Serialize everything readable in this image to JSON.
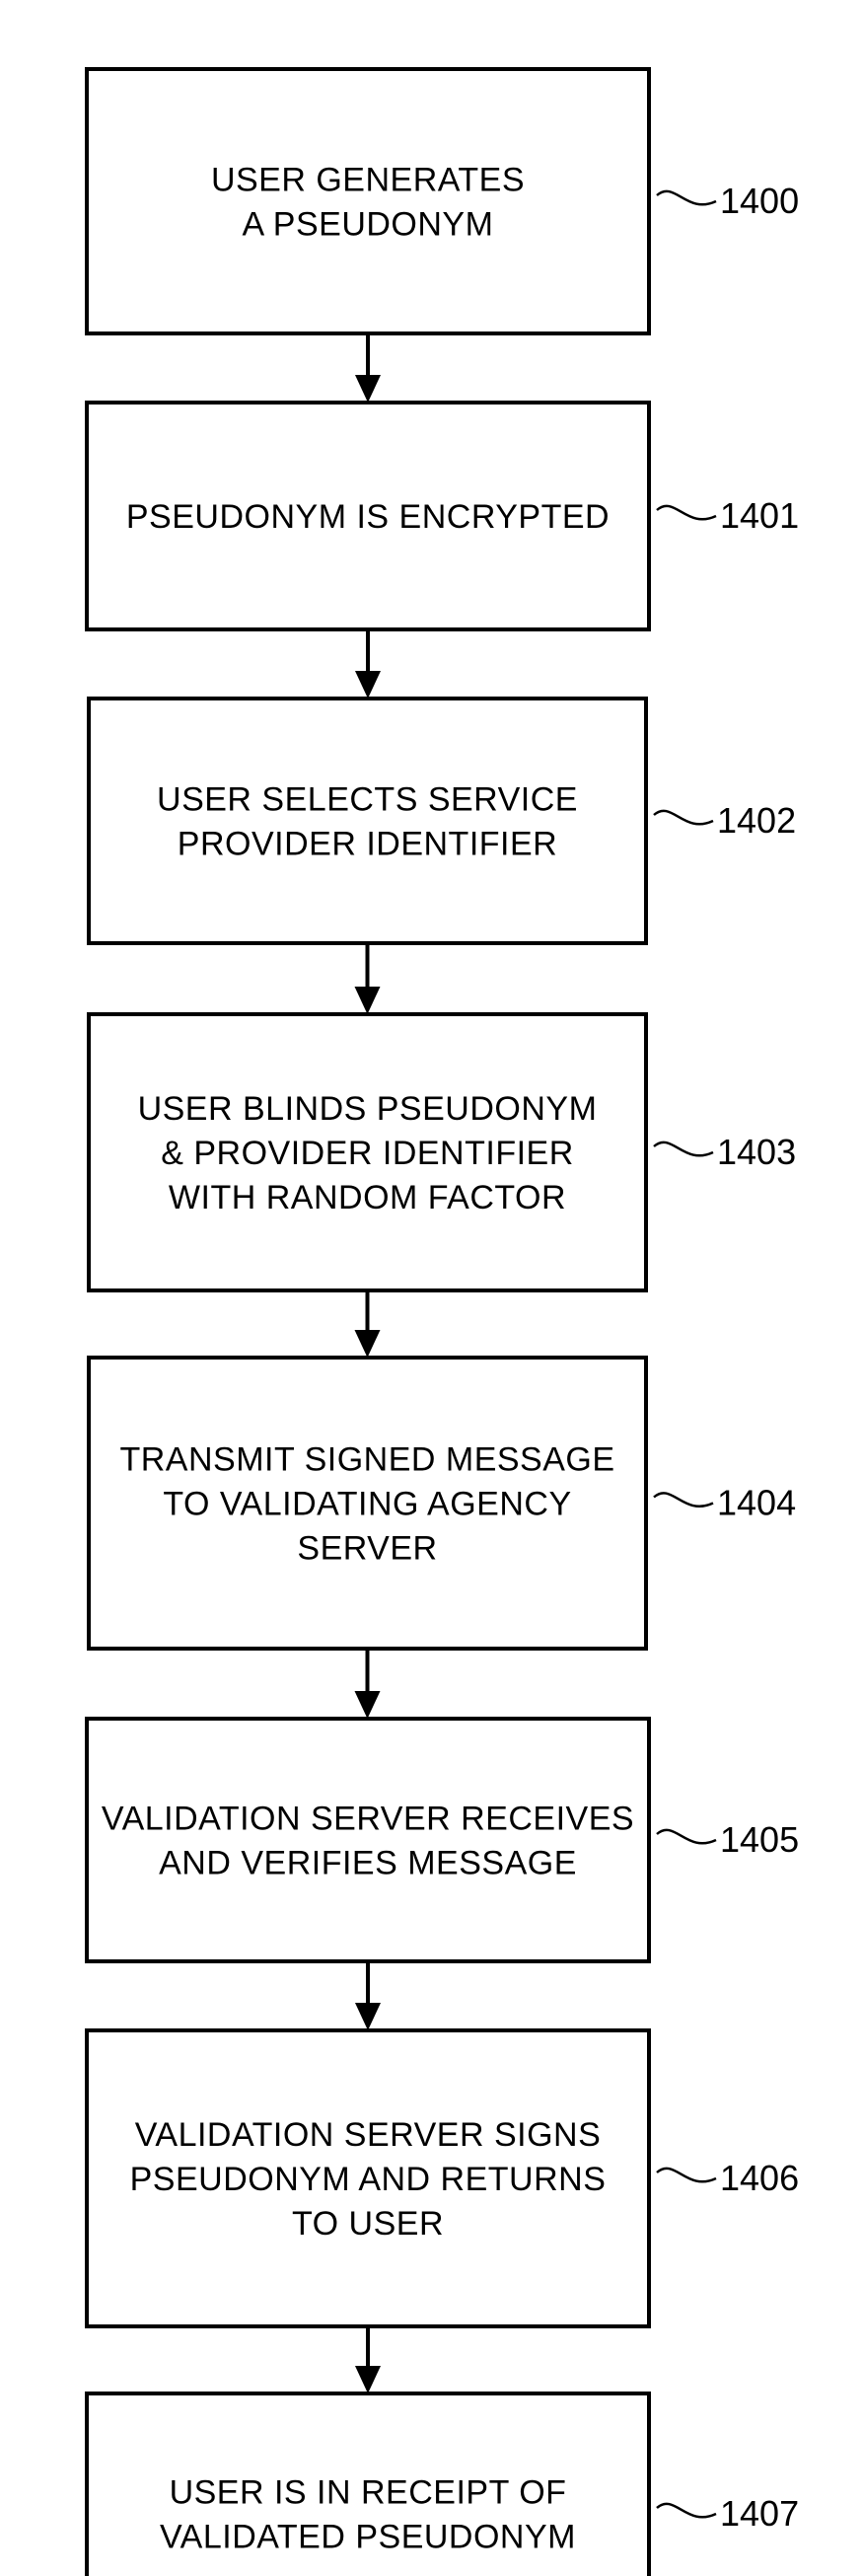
{
  "steps": [
    {
      "ref": "1400",
      "lines": [
        "USER GENERATES",
        "A PSEUDONYM"
      ]
    },
    {
      "ref": "1401",
      "lines": [
        "PSEUDONYM IS ENCRYPTED"
      ]
    },
    {
      "ref": "1402",
      "lines": [
        "USER SELECTS SERVICE",
        "PROVIDER IDENTIFIER"
      ]
    },
    {
      "ref": "1403",
      "lines": [
        "USER BLINDS PSEUDONYM",
        "& PROVIDER IDENTIFIER",
        "WITH RANDOM FACTOR"
      ]
    },
    {
      "ref": "1404",
      "lines": [
        "TRANSMIT SIGNED MESSAGE",
        "TO VALIDATING AGENCY",
        "SERVER"
      ]
    },
    {
      "ref": "1405",
      "lines": [
        "VALIDATION SERVER RECEIVES",
        "AND VERIFIES MESSAGE"
      ]
    },
    {
      "ref": "1406",
      "lines": [
        "VALIDATION SERVER SIGNS",
        "PSEUDONYM AND RETURNS",
        "TO USER"
      ]
    },
    {
      "ref": "1407",
      "lines": [
        "USER IS IN RECEIPT OF",
        "VALIDATED PSEUDONYM"
      ]
    }
  ]
}
